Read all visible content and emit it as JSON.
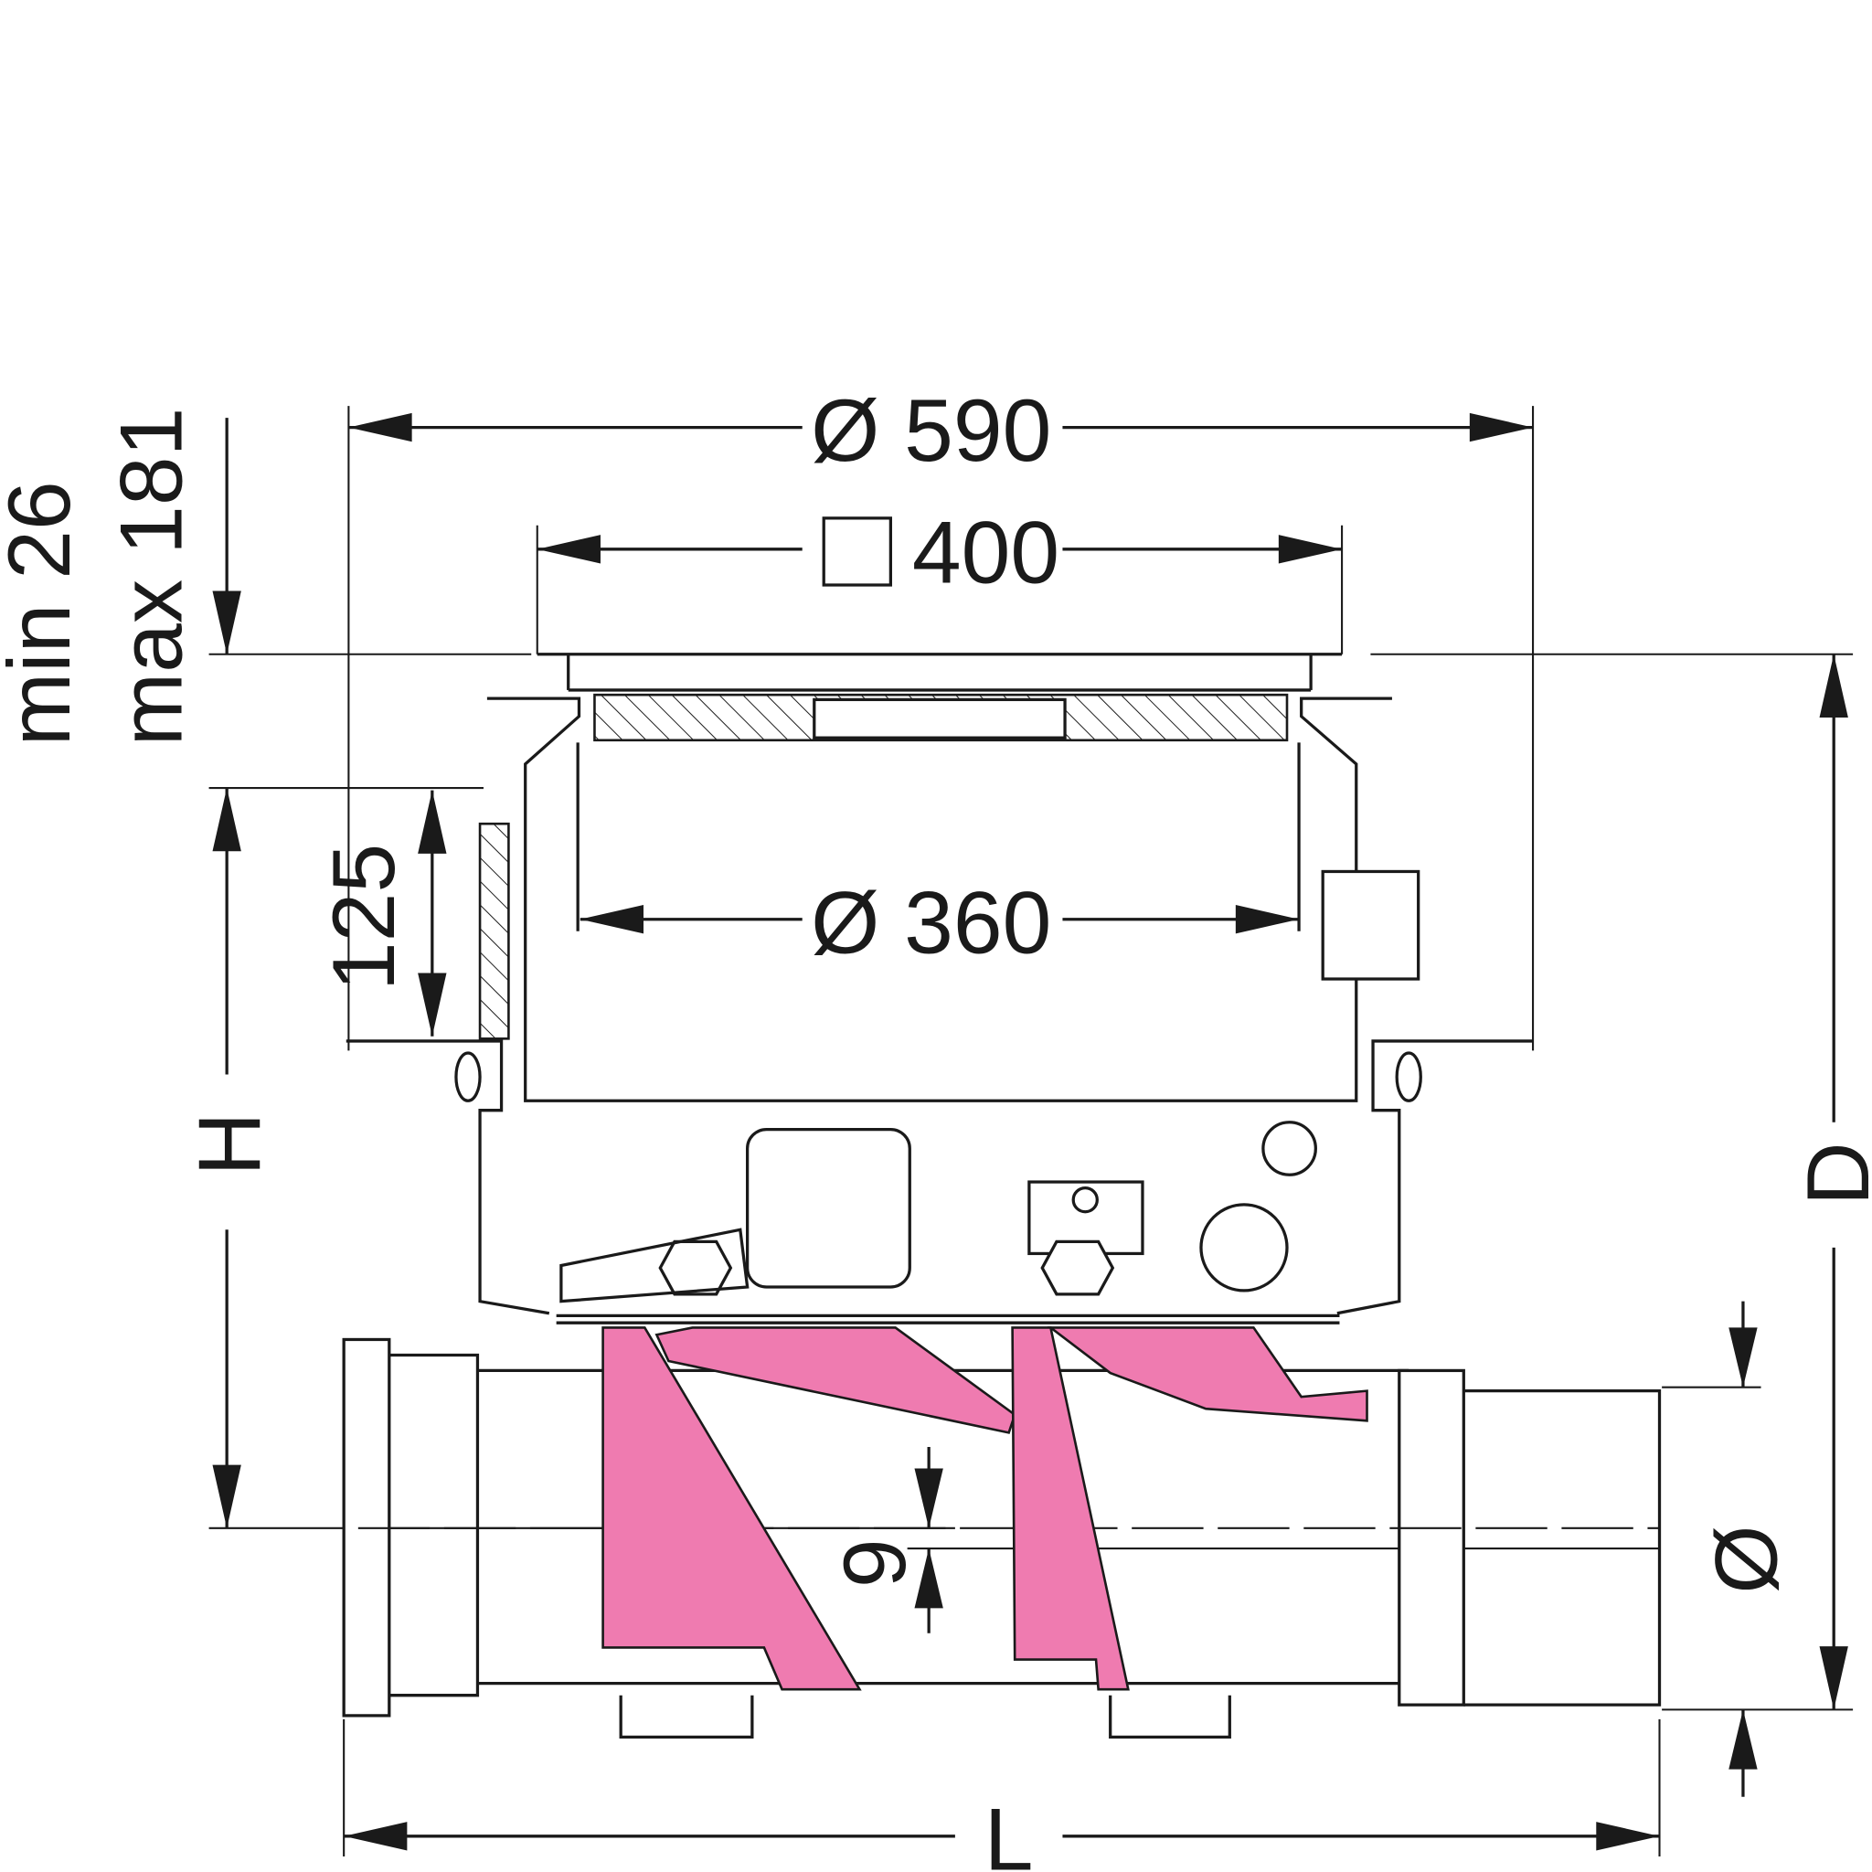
{
  "drawing": {
    "dimensions": {
      "outer_diameter": "Ø 590",
      "square_frame": "400",
      "inner_diameter": "Ø 360",
      "height_125": "125",
      "min_label": "min 26",
      "max_label": "max 181",
      "height_H": "H",
      "depth_D": "D",
      "offset_9": "9",
      "pipe_diameter": "Ø",
      "length_L": "L"
    },
    "colors": {
      "flap": "#ef7bb0",
      "line": "#1a1a1a"
    }
  }
}
